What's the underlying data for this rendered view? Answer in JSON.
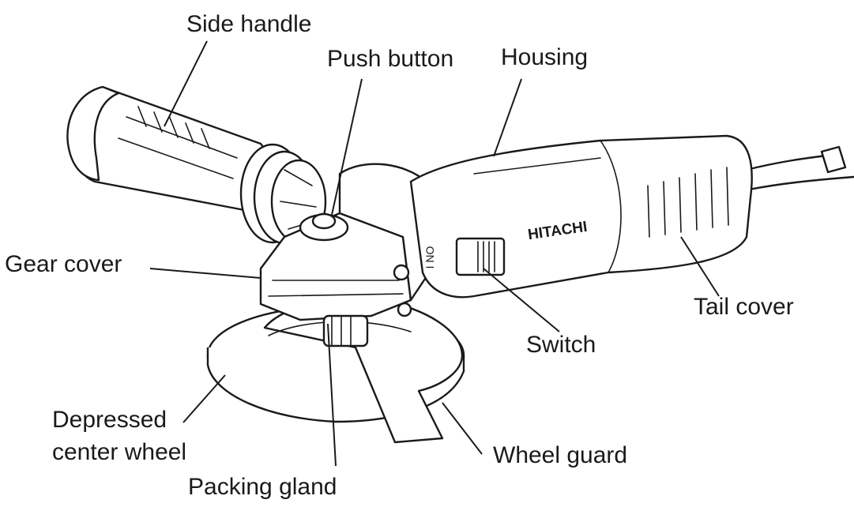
{
  "labels": {
    "side_handle": "Side handle",
    "push_button": "Push button",
    "housing": "Housing",
    "gear_cover": "Gear cover",
    "tail_cover": "Tail cover",
    "switch": "Switch",
    "depressed_center_wheel_line1": "Depressed",
    "depressed_center_wheel_line2": "center wheel",
    "wheel_guard": "Wheel guard",
    "packing_gland": "Packing gland"
  },
  "product_markings": {
    "brand": "HITACHI",
    "switch_marking": "ON I"
  },
  "colors": {
    "ink": "#1a1a1a",
    "background": "#ffffff"
  }
}
